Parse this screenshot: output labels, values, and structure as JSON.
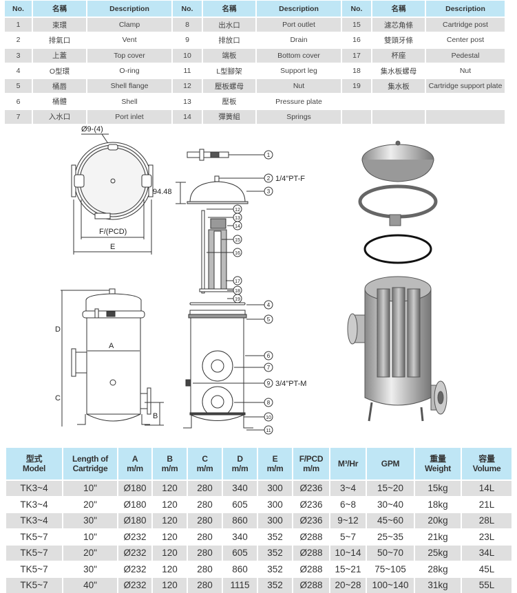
{
  "parts_table": {
    "headers": [
      "No.",
      "名稱",
      "Description",
      "No.",
      "名稱",
      "Description",
      "No.",
      "名稱",
      "Description"
    ],
    "rows": [
      [
        "1",
        "束環",
        "Clamp",
        "8",
        "出水口",
        "Port outlet",
        "15",
        "濾芯角條",
        "Cartridge post"
      ],
      [
        "2",
        "排氣口",
        "Vent",
        "9",
        "排放口",
        "Drain",
        "16",
        "雙頭牙條",
        "Center post"
      ],
      [
        "3",
        "上蓋",
        "Top cover",
        "10",
        "端板",
        "Bottom cover",
        "17",
        "杯座",
        "Pedestal"
      ],
      [
        "4",
        "O型環",
        "O-ring",
        "11",
        "L型腳架",
        "Support leg",
        "18",
        "集水板螺母",
        "Nut"
      ],
      [
        "5",
        "桶唇",
        "Shell flange",
        "12",
        "壓板螺母",
        "Nut",
        "19",
        "集水板",
        "Cartridge support plate"
      ],
      [
        "6",
        "桶體",
        "Shell",
        "13",
        "壓板",
        "Pressure plate",
        "",
        "",
        " "
      ],
      [
        "7",
        "入水口",
        "Port inlet",
        "14",
        "彈簧組",
        "Springs",
        "",
        "",
        ""
      ]
    ]
  },
  "drawing": {
    "hole_label": "Ø9-(4)",
    "vent_label": "1/4\"PT-F",
    "cover_height": "94.48",
    "pcd_label": "F/(PCD)",
    "e_label": "E",
    "d_label": "D",
    "c_label": "C",
    "a_label": "A",
    "b_label": "B",
    "drain_label": "3/4\"PT-M",
    "callouts": [
      "1",
      "2",
      "3",
      "12",
      "13",
      "14",
      "15",
      "16",
      "17",
      "18",
      "19",
      "4",
      "5",
      "6",
      "7",
      "9",
      "8",
      "10",
      "11"
    ]
  },
  "spec_table": {
    "headers": [
      [
        "型式",
        "Model"
      ],
      [
        "Length of",
        "Cartridge"
      ],
      [
        "A",
        "m/m"
      ],
      [
        "B",
        "m/m"
      ],
      [
        "C",
        "m/m"
      ],
      [
        "D",
        "m/m"
      ],
      [
        "E",
        "m/m"
      ],
      [
        "F/PCD",
        "m/m"
      ],
      [
        "M³/Hr",
        ""
      ],
      [
        "GPM",
        ""
      ],
      [
        "重量",
        "Weight"
      ],
      [
        "容量",
        "Volume"
      ]
    ],
    "rows": [
      [
        "TK3~4",
        "10\"",
        "Ø180",
        "120",
        "280",
        "340",
        "300",
        "Ø236",
        "3~4",
        "15~20",
        "15kg",
        "14L"
      ],
      [
        "TK3~4",
        "20\"",
        "Ø180",
        "120",
        "280",
        "605",
        "300",
        "Ø236",
        "6~8",
        "30~40",
        "18kg",
        "21L"
      ],
      [
        "TK3~4",
        "30\"",
        "Ø180",
        "120",
        "280",
        "860",
        "300",
        "Ø236",
        "9~12",
        "45~60",
        "20kg",
        "28L"
      ],
      [
        "TK5~7",
        "10\"",
        "Ø232",
        "120",
        "280",
        "340",
        "352",
        "Ø288",
        "5~7",
        "25~35",
        "21kg",
        "23L"
      ],
      [
        "TK5~7",
        "20\"",
        "Ø232",
        "120",
        "280",
        "605",
        "352",
        "Ø288",
        "10~14",
        "50~70",
        "25kg",
        "34L"
      ],
      [
        "TK5~7",
        "30\"",
        "Ø232",
        "120",
        "280",
        "860",
        "352",
        "Ø288",
        "15~21",
        "75~105",
        "28kg",
        "45L"
      ],
      [
        "TK5~7",
        "40\"",
        "Ø232",
        "120",
        "280",
        "1115",
        "352",
        "Ø288",
        "20~28",
        "100~140",
        "31kg",
        "55L"
      ]
    ]
  }
}
